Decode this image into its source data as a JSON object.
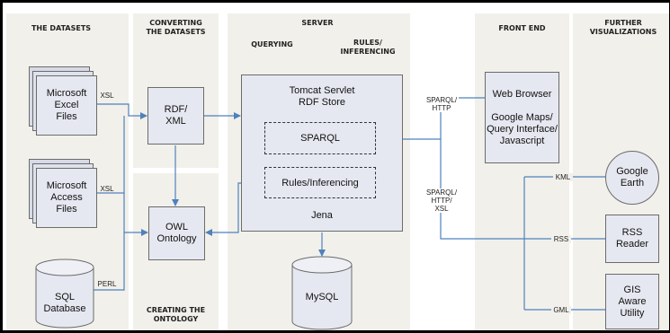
{
  "colors": {
    "connector": "#4f81bd",
    "panel": "#f1f0ea",
    "box_fill": "#e6e8f1"
  },
  "sections": {
    "datasets": "THE DATASETS",
    "converting": "CONVERTING\nTHE DATASETS",
    "creating": "CREATING THE\nONTOLOGY",
    "server": "SERVER",
    "querying": "QUERYING",
    "rules": "RULES/\nINFERENCING",
    "front_end": "FRONT END",
    "further": "FURTHER\nVISUALIZATIONS"
  },
  "nodes": {
    "excel": "Microsoft\nExcel\nFiles",
    "access": "Microsoft\nAccess\nFiles",
    "sql": "SQL\nDatabase",
    "rdf": "RDF/\nXML",
    "owl": "OWL\nOntology",
    "tomcat": "Tomcat Servlet\nRDF Store",
    "sparql": "SPARQL",
    "rules": "Rules/Inferencing",
    "jena": "Jena",
    "mysql": "MySQL",
    "browser": "Web Browser\n\nGoogle Maps/\nQuery Interface/\nJavascript",
    "google_earth": "Google\nEarth",
    "rss_reader": "RSS\nReader",
    "gis": "GIS\nAware\nUtility"
  },
  "edge_labels": {
    "xsl_excel": "XSL",
    "xsl_access": "XSL",
    "perl": "PERL",
    "sparql_http": "SPARQL/\nHTTP",
    "sparql_http_xsl": "SPARQL/\nHTTP/\nXSL",
    "kml": "KML",
    "rss": "RSS",
    "gml": "GML"
  }
}
